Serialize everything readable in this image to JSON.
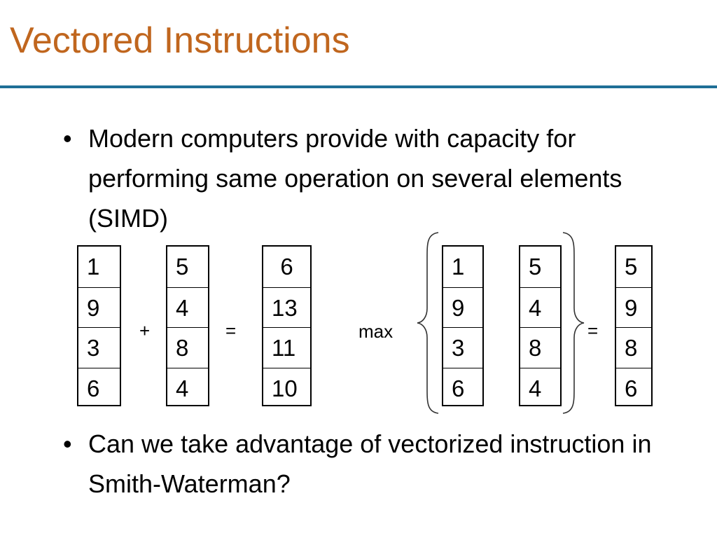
{
  "title": "Vectored Instructions",
  "bullets": [
    {
      "symbol": "•",
      "text": "Modern computers provide with capacity for performing same operation on several elements (SIMD)"
    },
    {
      "symbol": "•",
      "text": "Can we take advantage of vectorized instruction in Smith-Waterman?"
    }
  ],
  "diagram": {
    "add_example": {
      "a": [
        "1",
        "9",
        "3",
        "6"
      ],
      "b": [
        "5",
        "4",
        "8",
        "4"
      ],
      "plus": "+",
      "equals": "=",
      "result": [
        "6",
        "13",
        "11",
        "10"
      ]
    },
    "max_example": {
      "label": "max",
      "a": [
        "1",
        "9",
        "3",
        "6"
      ],
      "b": [
        "5",
        "4",
        "8",
        "4"
      ],
      "equals": "=",
      "result": [
        "5",
        "9",
        "8",
        "6"
      ]
    }
  },
  "colors": {
    "title": "#c0661e",
    "rule": "#1f6f96"
  }
}
